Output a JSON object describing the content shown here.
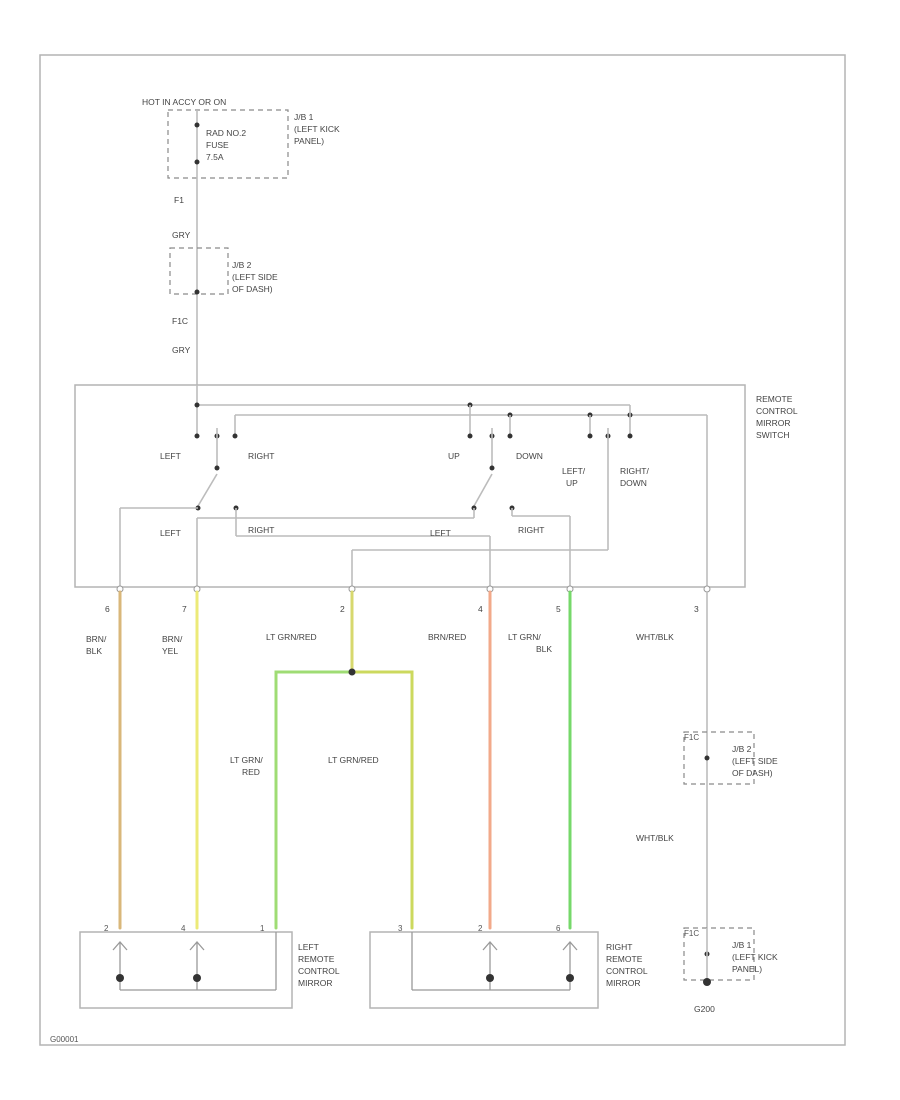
{
  "colors": {
    "brn_blk": "#d9b77a",
    "brn_yel": "#ecea78",
    "lt_grn_red_main": "#d7d86e",
    "lt_grn_red_left": "#9fdc74",
    "lt_grn_red_right": "#ccd95e",
    "brn_red": "#f2a98a",
    "lt_grn_blk": "#76d86a",
    "wht_blk": "#c8c8c8"
  },
  "power": {
    "hot_label": "HOT IN ACCY OR ON",
    "fuse_label": [
      "RAD NO.2",
      "FUSE",
      "7.5A"
    ],
    "jb1_top": [
      "J/B 1",
      "(LEFT KICK",
      "PANEL)"
    ],
    "pin_f1": "F1",
    "wire_grn_1": "GRY",
    "jb2_top": [
      "J/B 2",
      "(LEFT SIDE",
      "OF DASH)"
    ],
    "pin_f1c": "F1C",
    "wire_grn_2": "GRY"
  },
  "switch": {
    "title": [
      "REMOTE",
      "CONTROL",
      "MIRROR",
      "SWITCH"
    ],
    "left_top": "LEFT",
    "right_top": "RIGHT",
    "up": "UP",
    "down": "DOWN",
    "left_up": [
      "LEFT/",
      "UP"
    ],
    "right_down": [
      "RIGHT/",
      "DOWN"
    ],
    "left_bottom": "LEFT",
    "right_bottom_1": "RIGHT",
    "left_bottom_2": "LEFT",
    "right_bottom_2": "RIGHT"
  },
  "pins": [
    "6",
    "7",
    "2",
    "4",
    "5",
    "3"
  ],
  "wire_labels": {
    "w6": [
      "BRN/",
      "BLK"
    ],
    "w7": [
      "BRN/",
      "YEL"
    ],
    "w2": "LT GRN/RED",
    "w4": "BRN/RED",
    "w5": [
      "LT GRN/",
      "BLK"
    ],
    "w3": "WHT/BLK",
    "lt_grn_red_left": [
      "LT GRN/",
      "RED"
    ],
    "lt_grn_red_right": "LT GRN/RED",
    "wht_blk_lower": "WHT/BLK"
  },
  "ground": {
    "jb2": [
      "J/B 2",
      "(LEFT SIDE",
      "OF DASH)"
    ],
    "jb1": [
      "J/B 1",
      "(LEFT KICK",
      "PANEL)"
    ],
    "g_label": "G200",
    "conn_top": "F1C",
    "conn_bot": "F1C"
  },
  "mirrors": {
    "left": [
      "LEFT",
      "REMOTE",
      "CONTROL",
      "MIRROR"
    ],
    "right": [
      "RIGHT",
      "REMOTE",
      "CONTROL",
      "MIRROR"
    ],
    "left_pins": [
      "2",
      "4",
      "1"
    ],
    "right_pins": [
      "3",
      "2",
      "6"
    ]
  },
  "footer": "G00001"
}
